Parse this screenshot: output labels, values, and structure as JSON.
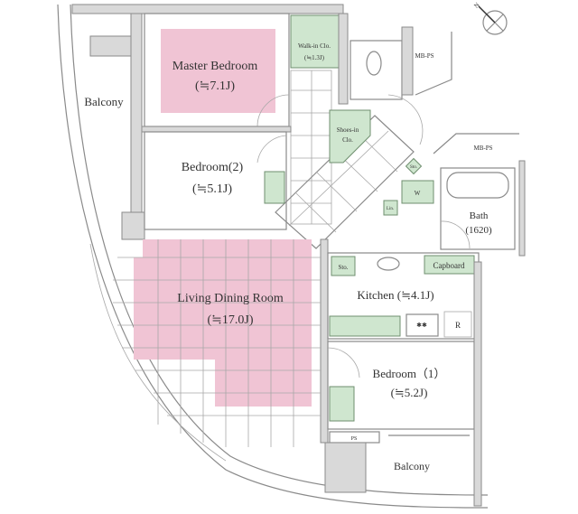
{
  "rooms": {
    "master_bedroom": {
      "name": "Master Bedroom",
      "size": "(≒7.1J)"
    },
    "bedroom2": {
      "name": "Bedroom(2)",
      "size": "(≒5.1J)"
    },
    "living": {
      "name": "Living Dining Room",
      "size": "(≒17.0J)"
    },
    "kitchen": {
      "name": "Kitchen (≒4.1J)"
    },
    "bedroom1": {
      "name": "Bedroom（1）",
      "size": "(≒5.2J)"
    },
    "bath": {
      "name": "Bath",
      "size": "(1620)"
    },
    "balcony_top": {
      "name": "Balcony"
    },
    "balcony_bottom": {
      "name": "Balcony"
    },
    "walkin": {
      "name": "Walk-in Clo.",
      "size": "(≒1.3J)"
    },
    "shoes": {
      "name": "Shoes-in",
      "name2": "Clo."
    },
    "mbps1": {
      "name": "MB-PS"
    },
    "mbps2": {
      "name": "MB-PS"
    },
    "ps": {
      "name": "PS"
    },
    "sto": {
      "name": "Sto."
    },
    "capboard": {
      "name": "Capboard"
    },
    "lin": {
      "name": "Lin."
    },
    "washer": {
      "name": "W"
    },
    "fridge": {
      "name": "R"
    },
    "shoe_small": {
      "name": "Sto."
    }
  },
  "compass": {
    "label": "N"
  },
  "colors": {
    "bedroom_highlight": "#f0c4d4",
    "storage": "#cfe6cf",
    "wall": "#d9d9d9"
  }
}
